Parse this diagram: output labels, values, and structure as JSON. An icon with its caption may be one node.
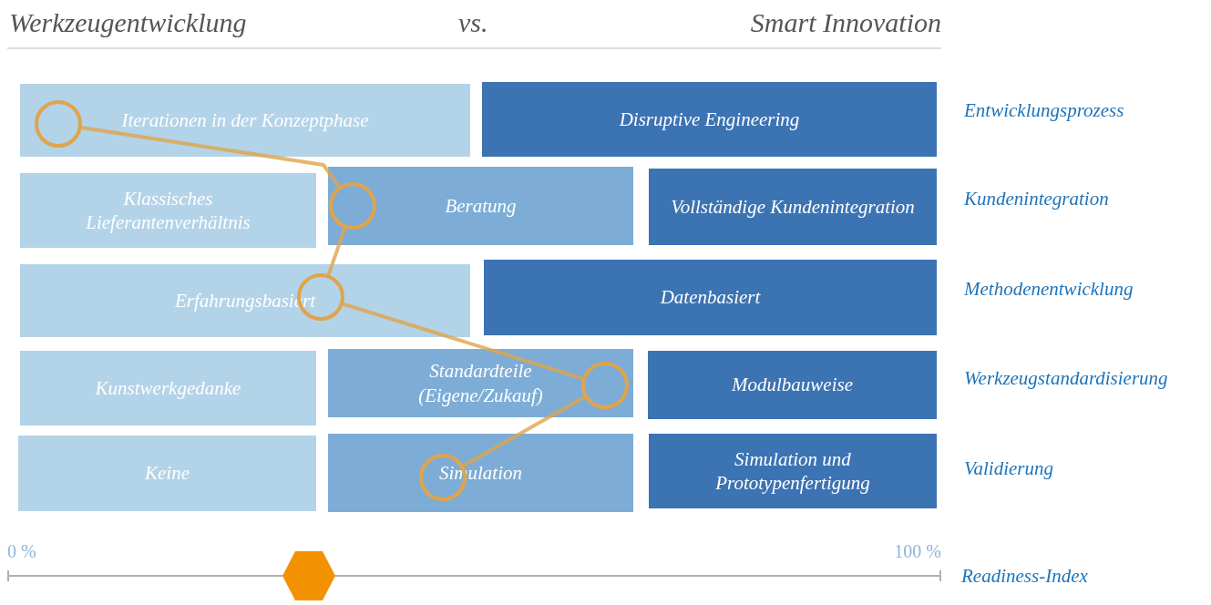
{
  "diagram": {
    "nodes": [
      {
        "text": [
          "Iterationen in der Konzeptphase"
        ]
      },
      {
        "text": [
          "Disruptive Engineering"
        ]
      },
      {
        "text": [
          "Klassisches Lieferantenverhältnis"
        ]
      },
      {
        "text": [
          "Beratung"
        ]
      },
      {
        "text": [
          "Vollständige Kundenintegration"
        ]
      },
      {
        "text": [
          "Erfahrungsbasiert"
        ]
      },
      {
        "text": [
          "Datenbasiert"
        ]
      },
      {
        "text": [
          "Kunstwerkgedanke"
        ]
      },
      {
        "text": [
          "Standardteile (Eigene/Zukauf)"
        ]
      },
      {
        "text": [
          "Modulbauweise"
        ]
      },
      {
        "text": [
          "Keine"
        ]
      },
      {
        "text": [
          "Simulation"
        ]
      },
      {
        "text": [
          "Simulation und Prototypenfertigung"
        ]
      },
      {
        "text": [],
        "shape": "circle",
        "in": 0
      },
      {
        "text": [],
        "shape": "circle",
        "in": 3
      },
      {
        "text": [],
        "shape": "circle",
        "in": 5
      },
      {
        "text": [],
        "shape": "circle",
        "in": 8
      },
      {
        "text": [],
        "shape": "circle",
        "in": 11
      }
    ],
    "edges": [
      {
        "from": 13,
        "to": 14,
        "arrow": "none"
      },
      {
        "from": 14,
        "to": 15,
        "arrow": "none"
      },
      {
        "from": 15,
        "to": 16,
        "arrow": "none"
      },
      {
        "from": 16,
        "to": 17,
        "arrow": "none"
      }
    ],
    "labels": [
      "Werkzeugentwicklung",
      "vs.",
      "Smart Innovation",
      "Entwicklungsprozess",
      "Kundenintegration",
      "Methodenentwicklung",
      "Werkzeugstandardisierung",
      "Validierung",
      "0 %",
      "100 %",
      "Readiness-Index"
    ]
  }
}
